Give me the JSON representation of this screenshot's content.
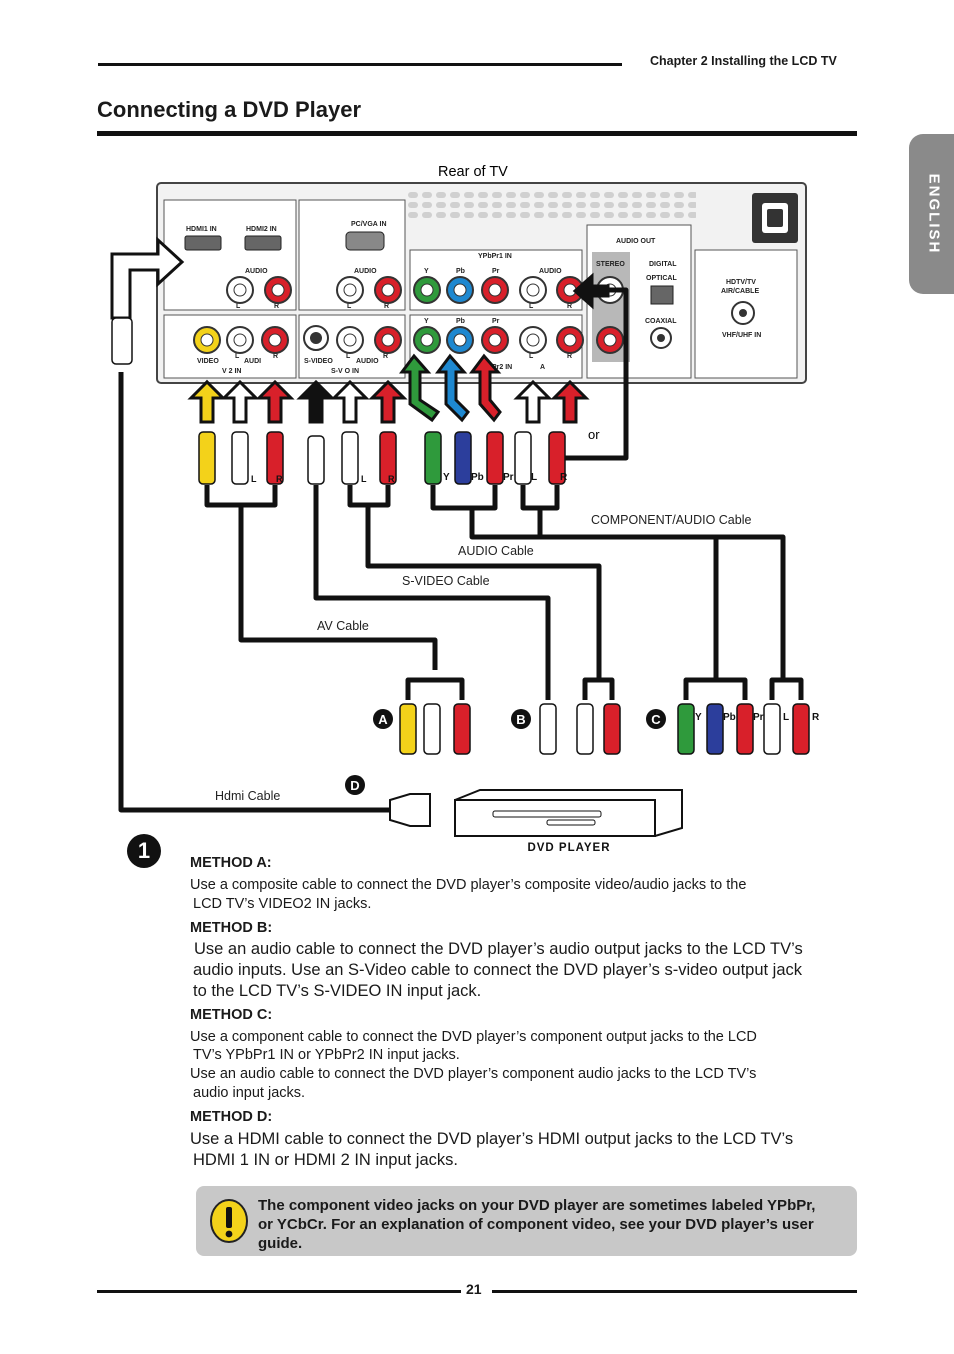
{
  "header": {
    "chapter": "Chapter 2 Installing the LCD TV",
    "title": "Connecting a DVD Player",
    "language_tab": "ENGLISH"
  },
  "diagram": {
    "rear_label": "Rear of TV",
    "ports": {
      "hdmi1": "HDMI1 IN",
      "hdmi2": "HDMI2 IN",
      "pcvga": "PC/VGA IN",
      "audio": "AUDIO",
      "ypbpr1": "YPbPr1 IN",
      "y": "Y",
      "pb": "Pb",
      "pr": "Pr",
      "l": "L",
      "r": "R",
      "audio_out": "AUDIO OUT",
      "stereo": "STEREO",
      "digital": "DIGITAL",
      "optical": "OPTICAL",
      "coaxial": "COAXIAL",
      "hdtv": "HDTV/TV",
      "aircable": "AIR/CABLE",
      "vhf": "VHF/UHF IN",
      "video": "VIDEO",
      "video_in_frag": "V    2 IN",
      "svideo": "S-VIDEO",
      "svideo_in_frag": "S-V    O IN",
      "ypbpr2_frag": "Pr2 IN",
      "audio_frag1": "AUDI",
      "audio_frag2": "AUDIO",
      "audio_frag3": "A"
    },
    "or_label": "or",
    "cables": {
      "component_audio": "COMPONENT/AUDIO Cable",
      "audio": "AUDIO Cable",
      "svideo": "S-VIDEO Cable",
      "av": "AV Cable",
      "hdmi": "Hdmi Cable"
    },
    "badges": [
      "A",
      "B",
      "C",
      "D"
    ],
    "dvd_label": "DVD PLAYER"
  },
  "steps": {
    "marker": "1",
    "method_a": {
      "heading": "METHOD A:",
      "line1": "Use a composite cable to connect the DVD player’s composite video/audio jacks to the",
      "line2": "LCD TV’s VIDEO2 IN jacks."
    },
    "method_b": {
      "heading": "METHOD B:",
      "line1": "Use an audio cable to connect the DVD player’s audio output jacks to the LCD TV’s",
      "line2": "audio inputs. Use an S-Video cable to connect the DVD player’s s-video output jack",
      "line3": "to the LCD TV’s S-VIDEO IN input jack."
    },
    "method_c": {
      "heading": "METHOD C:",
      "line1": "Use a component cable to connect the DVD player’s component output jacks to the LCD",
      "line2": "TV’s YPbPr1 IN or YPbPr2 IN input jacks.",
      "line3": "Use an audio cable to connect the DVD player’s component audio jacks to the LCD TV’s",
      "line4": "audio input jacks."
    },
    "method_d": {
      "heading": "METHOD D:",
      "line1": "Use a HDMI cable to connect the DVD player’s HDMI output jacks to the LCD TV’s",
      "line2": "HDMI 1 IN or HDMI 2 IN input jacks."
    }
  },
  "note": {
    "text": "The component video jacks on your DVD player are sometimes labeled YPbPr, or YCbCr.  For an explanation of component video, see your DVD player’s user guide.",
    "icon": "exclamation-icon"
  },
  "footer": {
    "page": "21"
  },
  "colors": {
    "yellow": "#f3d21a",
    "red": "#d8202a",
    "green": "#2f9a3c",
    "blue": "#2c3e9c",
    "cyan": "#1e88d0",
    "gray": "#8a8a8a"
  }
}
